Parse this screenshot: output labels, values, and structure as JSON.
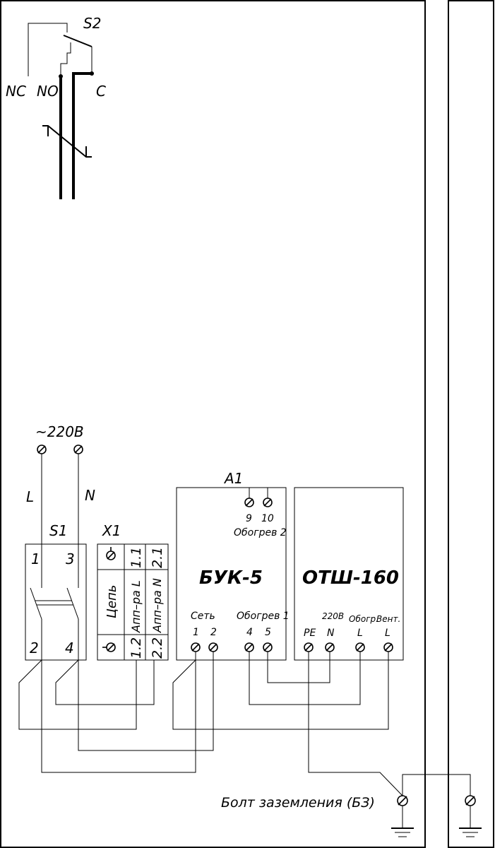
{
  "switch_s2": {
    "label": "S2",
    "contacts": {
      "nc": "NC",
      "no": "NO",
      "c": "C"
    }
  },
  "supply": {
    "voltage": "~220В",
    "line": "L",
    "neutral": "N"
  },
  "switch_s1": {
    "label": "S1",
    "pins": [
      "1",
      "3",
      "2",
      "4"
    ]
  },
  "terminal_x1": {
    "label": "X1",
    "circuit": "Цепь",
    "rows": [
      {
        "name": "Апп–ра L",
        "top": "1.1",
        "bottom": "1.2"
      },
      {
        "name": "Апп–ра N",
        "top": "2.1",
        "bottom": "2.2"
      }
    ]
  },
  "module_a1": {
    "label": "A1",
    "buk": {
      "name": "БУК-5",
      "top_pins": [
        "9",
        "10"
      ],
      "top_group": "Обогрев 2",
      "group_set": "Сеть",
      "group_heat1": "Обогрев 1",
      "bottom_pins": [
        "1",
        "2",
        "4",
        "5"
      ]
    },
    "otsh": {
      "name": "ОТШ-160",
      "v220": "220В",
      "heat": "Обогр.",
      "vent": "Вент.",
      "pins": [
        "PE",
        "N",
        "L",
        "L"
      ]
    }
  },
  "ground": {
    "label": "Болт заземления (БЗ)"
  },
  "colors": {
    "line": "#000000",
    "background": "#ffffff"
  }
}
